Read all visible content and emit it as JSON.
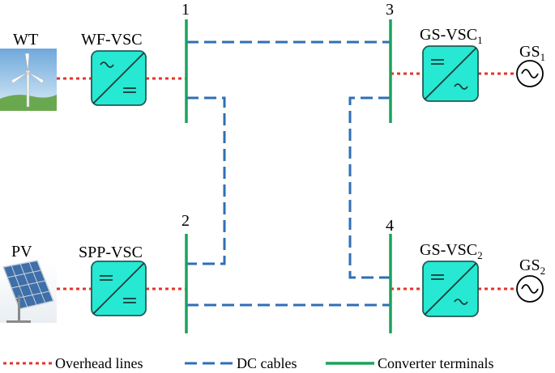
{
  "colors": {
    "overhead_line": "#e5332a",
    "dc_cable": "#2f6fb5",
    "converter_terminal": "#1aa35b",
    "converter_box": "#27e8d2",
    "converter_box_stroke": "#1f5c57"
  },
  "buses": [
    {
      "id": "1",
      "label": "1"
    },
    {
      "id": "2",
      "label": "2"
    },
    {
      "id": "3",
      "label": "3"
    },
    {
      "id": "4",
      "label": "4"
    }
  ],
  "sources": {
    "wt": {
      "label": "WT",
      "icon": "wind-turbine-icon"
    },
    "pv": {
      "label": "PV",
      "icon": "solar-panel-icon"
    },
    "gs1": {
      "label": "GS",
      "sub": "1",
      "icon": "ac-source-icon"
    },
    "gs2": {
      "label": "GS",
      "sub": "2",
      "icon": "ac-source-icon"
    }
  },
  "converters": {
    "wf_vsc": {
      "label": "WF-VSC",
      "icon": "ac-dc-converter-icon"
    },
    "spp_vsc": {
      "label": "SPP-VSC",
      "icon": "dc-dc-converter-icon"
    },
    "gs_vsc1": {
      "label": "GS-VSC",
      "sub": "1",
      "icon": "dc-ac-converter-icon"
    },
    "gs_vsc2": {
      "label": "GS-VSC",
      "sub": "2",
      "icon": "dc-ac-converter-icon"
    }
  },
  "legend": {
    "overhead": "Overhead lines",
    "dc": "DC cables",
    "terminals": "Converter terminals"
  }
}
